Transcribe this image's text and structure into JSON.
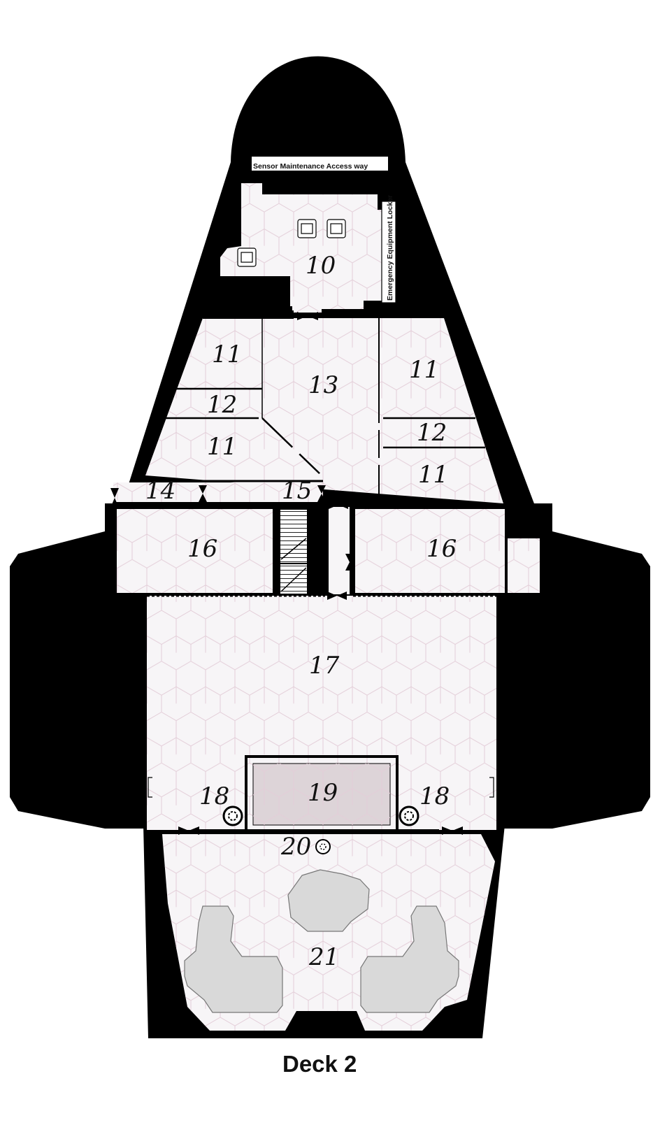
{
  "map": {
    "deck_title": "Deck 2",
    "labels": {
      "sensor_access": "Sensor Maintenance Access way",
      "emergency_locker": "Emergency Equipment Locker"
    },
    "rooms": {
      "r10": "10",
      "r11_upper_left": "11",
      "r12_left": "12",
      "r11_lower_left": "11",
      "r13": "13",
      "r11_upper_right": "11",
      "r12_right": "12",
      "r11_lower_right": "11",
      "r14": "14",
      "r15": "15",
      "r16_left": "16",
      "r16_right": "16",
      "r17": "17",
      "r18_left": "18",
      "r19": "19",
      "r18_right": "18",
      "r20": "20",
      "r21": "21"
    },
    "colors": {
      "hull": "#000000",
      "floor": "#f7f5f7",
      "hex_grid": "#e3cdd8",
      "engine_block": "#d9d9d9",
      "pool": "#ddd4d8"
    }
  }
}
